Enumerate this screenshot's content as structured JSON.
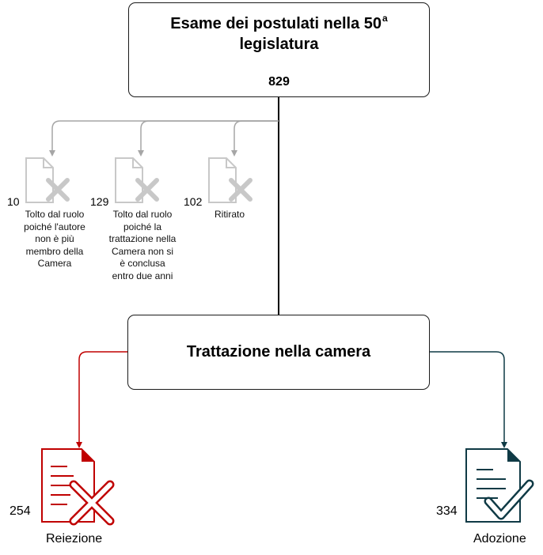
{
  "top": {
    "title_line1": "Esame dei postulati nella 50",
    "title_sup": "a",
    "title_line2": "legislatura",
    "count": "829"
  },
  "middle": {
    "title": "Trattazione nella camera"
  },
  "withdrawn": [
    {
      "count": "10",
      "label_lines": [
        "Tolto dal ruolo",
        "poiché l'autore",
        "non è più",
        "membro della",
        "Camera"
      ]
    },
    {
      "count": "129",
      "label_lines": [
        "Tolto dal ruolo",
        "poiché la",
        "trattazione nella",
        "Camera non si",
        "è conclusa",
        "entro due anni"
      ]
    },
    {
      "count": "102",
      "label_lines": [
        "Ritirato"
      ]
    }
  ],
  "outcomes": {
    "rejection": {
      "count": "254",
      "label": "Reiezione",
      "color": "#c00000"
    },
    "adoption": {
      "count": "334",
      "label": "Adozione",
      "color": "#0f3a45"
    }
  },
  "colors": {
    "connector_grey": "#a6a6a6",
    "doc_grey": "#c8c8c8",
    "line_black": "#000000"
  }
}
